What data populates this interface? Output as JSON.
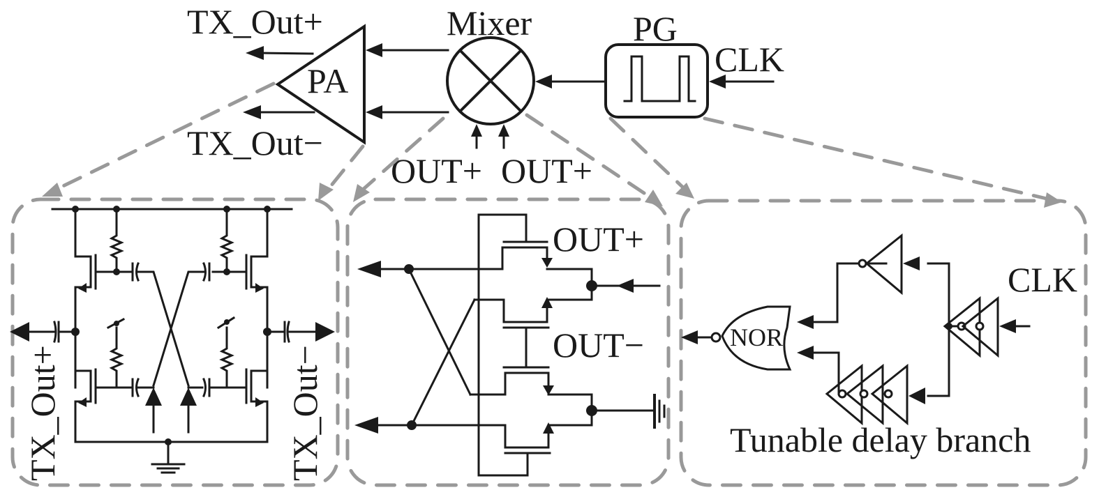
{
  "diagram": {
    "title": "Transmitter block diagram: PG, Mixer, PA with transistor-level detail",
    "top_blocks": {
      "pa": {
        "label": "PA",
        "out_plus": "TX_Out+",
        "out_minus": "TX_Out−"
      },
      "mixer": {
        "label": "Mixer",
        "input_left": "OUT+",
        "input_right": "OUT+"
      },
      "pg": {
        "label": "PG",
        "clk": "CLK"
      }
    },
    "pa_detail": {
      "out_left": "TX_Out+",
      "out_right": "TX_Out−"
    },
    "mixer_detail": {
      "out_plus": "OUT+",
      "out_minus": "OUT−"
    },
    "pg_detail": {
      "clk": "CLK",
      "gate": "NOR",
      "caption": "Tunable delay branch"
    },
    "colors": {
      "line": "#1a1a1a",
      "dashed_callout": "#999999",
      "background": "#ffffff"
    }
  }
}
